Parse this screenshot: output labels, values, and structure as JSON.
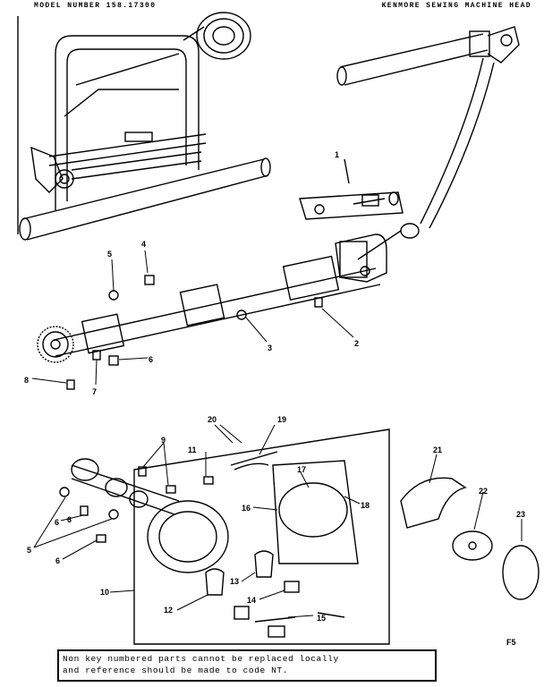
{
  "header": {
    "model_label": "MODEL NUMBER 158.17300",
    "title": "KENMORE SEWING MACHINE HEAD"
  },
  "callouts": [
    "1",
    "2",
    "3",
    "4",
    "5",
    "6",
    "7",
    "8",
    "6",
    "9",
    "11",
    "19",
    "20",
    "16",
    "17",
    "18",
    "21",
    "22",
    "23",
    "6",
    "5",
    "6",
    "10",
    "12",
    "13",
    "14",
    "15"
  ],
  "note": {
    "line1": "Non key numbered parts cannot be replaced locally",
    "line2": "and reference should be made to code NT."
  },
  "figure_id": "F5"
}
